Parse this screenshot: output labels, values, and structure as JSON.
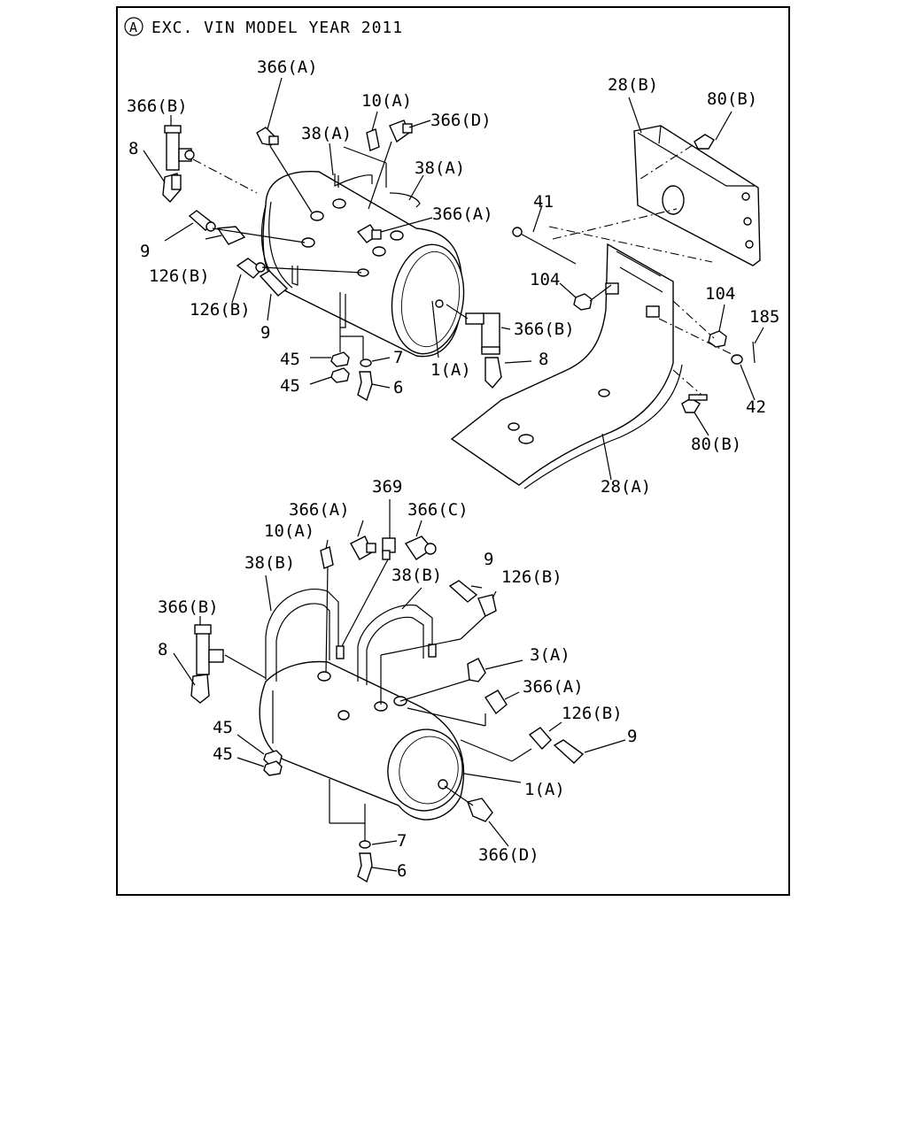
{
  "header": {
    "circle_letter": "A",
    "text": "EXC. VIN MODEL YEAR 2011"
  },
  "labels": {
    "top": {
      "l366A_1": "366(A)",
      "l366B_1": "366(B)",
      "l8_1": "8",
      "l10A_1": "10(A)",
      "l366D_1": "366(D)",
      "l38A_1": "38(A)",
      "l38A_2": "38(A)",
      "l366A_2": "366(A)",
      "l9_1": "9",
      "l126B_1": "126(B)",
      "l126B_2": "126(B)",
      "l9_2": "9",
      "l366B_2": "366(B)",
      "l8_2": "8",
      "l45_1": "45",
      "l7_1": "7",
      "l1A_1": "1(A)",
      "l45_2": "45",
      "l6_1": "6",
      "l28B": "28(B)",
      "l80B_1": "80(B)",
      "l41": "41",
      "l104_1": "104",
      "l104_2": "104",
      "l185": "185",
      "l42": "42",
      "l80B_2": "80(B)",
      "l28A": "28(A)"
    },
    "bottom": {
      "l369": "369",
      "l366A_3": "366(A)",
      "l366C": "366(C)",
      "l10A_2": "10(A)",
      "l38B_1": "38(B)",
      "l9_3": "9",
      "l38B_2": "38(B)",
      "l126B_3": "126(B)",
      "l366B_3": "366(B)",
      "l8_3": "8",
      "l3A": "3(A)",
      "l366A_4": "366(A)",
      "l126B_4": "126(B)",
      "l9_4": "9",
      "l45_3": "45",
      "l45_4": "45",
      "l1A_2": "1(A)",
      "l7_2": "7",
      "l366D_2": "366(D)",
      "l6_2": "6"
    }
  }
}
